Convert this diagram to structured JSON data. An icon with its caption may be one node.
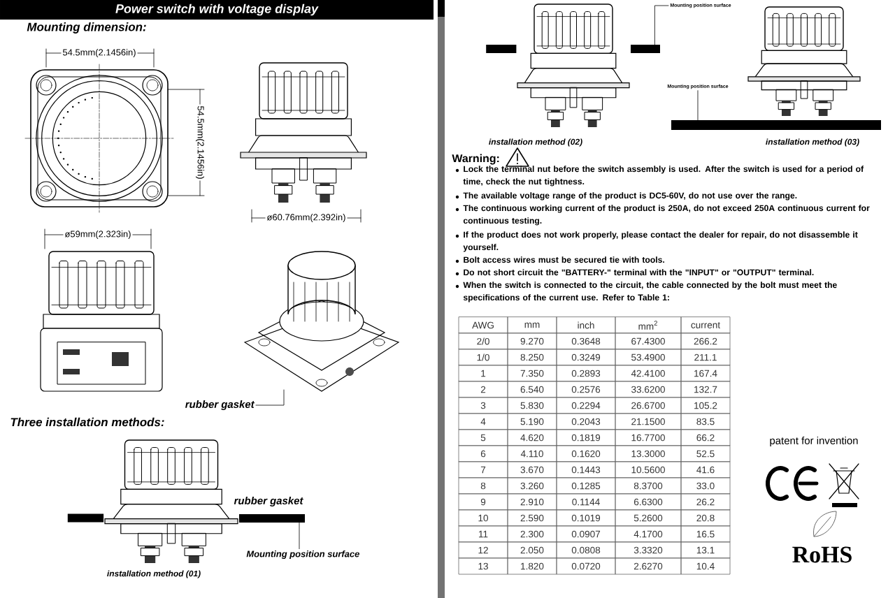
{
  "diagram": {
    "title": "Power switch with voltage display",
    "nodes": [
      {
        "text": [
          "rubber gasket"
        ]
      },
      {
        "text": [
          "Mounting position surface"
        ]
      },
      {
        "text": [
          "Mounting position surface"
        ]
      },
      {
        "text": [
          "Mounting position surface"
        ]
      },
      {
        "text": [],
        "shape": "bar"
      },
      {
        "text": [],
        "shape": "bar"
      },
      {
        "text": [],
        "shape": "bar"
      }
    ],
    "edges": [
      {
        "from": 0,
        "to": null,
        "arrow": "none"
      },
      {
        "from": 1,
        "to": 4,
        "arrow": "none"
      },
      {
        "from": 2,
        "to": 5,
        "arrow": "none"
      },
      {
        "from": 3,
        "to": 6,
        "arrow": "none"
      }
    ],
    "labels": [
      "Mounting dimension:",
      "54.5mm(2.1456in)",
      "54.5mm(2.1456in)",
      "ø60.76mm(2.392in)",
      "ø59mm(2.323in)",
      "Three installation methods:",
      "rubber gasket",
      "installation method (01)",
      "installation method (02)",
      "installation method (03)",
      "Warning:",
      "Lock the terminal nut before the switch assembly is used. After the switch is used for a period of time, check the nut tightness.",
      "The available voltage range of the product is DC5-60V, do not use over the range.",
      "The continuous working current of the product is 250A, do not exceed 250A continuous current for continuous testing.",
      "If the product does not work properly, please contact the dealer for repair, do not disassemble it yourself.",
      "Bolt access wires must be secured tie with tools.",
      "Do not short circuit the \"BATTERY-\" terminal with the \"INPUT\" or \"OUTPUT\" terminal.",
      "When the switch is connected to the circuit, the cable connected by the bolt must meet the specifications of the current use. Refer to Table 1:",
      "AWG",
      "mm",
      "inch",
      "mm$^{2}$",
      "current",
      "2/0",
      "9.270",
      "0.3648",
      "67.4300",
      "266.2",
      "1/0",
      "8.250",
      "0.3249",
      "53.4900",
      "211.1",
      "1",
      "7.350",
      "0.2893",
      "42.4100",
      "167.4",
      "2",
      "6.540",
      "0.2576",
      "33.6200",
      "132.7",
      "3",
      "5.830",
      "0.2294",
      "26.6700",
      "105.2",
      "4",
      "5.190",
      "0.2043",
      "21.1500",
      "83.5",
      "5",
      "4.620",
      "0.1819",
      "16.7700",
      "66.2",
      "6",
      "4.110",
      "0.1620",
      "13.3000",
      "52.5",
      "7",
      "3.670",
      "0.1443",
      "10.5600",
      "41.6",
      "8",
      "3.260",
      "0.1285",
      "8.3700",
      "33.0",
      "9",
      "2.910",
      "0.1144",
      "6.6300",
      "26.2",
      "10",
      "2.590",
      "0.1019",
      "5.2600",
      "20.8",
      "11",
      "2.300",
      "0.0907",
      "4.1700",
      "16.5",
      "12",
      "2.050",
      "0.0808",
      "3.3320",
      "13.1",
      "13",
      "1.820",
      "0.0720",
      "2.6270",
      "10.4",
      "patent for invention",
      "RoHS"
    ]
  }
}
